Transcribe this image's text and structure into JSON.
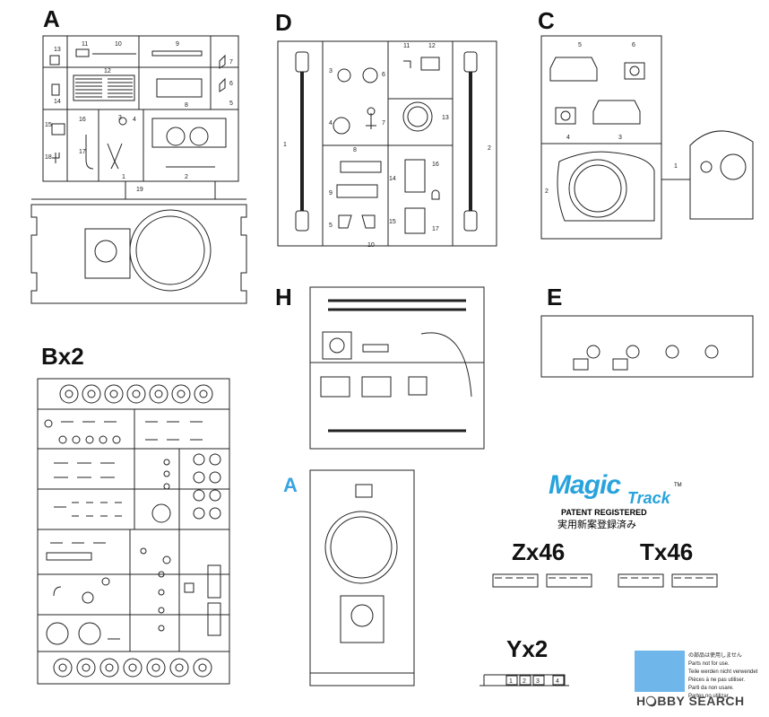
{
  "sprues": {
    "a": "A",
    "d": "D",
    "c": "C",
    "b": "Bx2",
    "h": "H",
    "e": "E",
    "a_bottom": "A"
  },
  "tracks": {
    "brand": "Magic",
    "brand2": "Track",
    "tm": "TM",
    "patent": "PATENT REGISTERED",
    "jp_patent": "実用新案登録済み",
    "zx": "Zx46",
    "tx": "Tx46",
    "yx": "Yx2"
  },
  "notes": [
    "の部品は使用しません",
    "Parts not for use.",
    "Teile werden nicht verwendet",
    "Pièces à ne pas utiliser.",
    "Parti da non usare.",
    "Partes no utilizar."
  ],
  "watermark": "H🔾BBY SEARCH",
  "colors": {
    "blue": "#3aa3e0",
    "swatch": "#6fb6ea",
    "line": "#222222"
  },
  "part_numbers": {
    "a": [
      "13",
      "11",
      "10",
      "9",
      "7",
      "14",
      "12",
      "6",
      "8",
      "5",
      "15",
      "16",
      "3",
      "4",
      "18",
      "17",
      "2",
      "1",
      "19"
    ],
    "d": [
      "1",
      "3",
      "6",
      "4",
      "7",
      "11",
      "12",
      "13",
      "8",
      "9",
      "5",
      "14",
      "15",
      "10",
      "16",
      "17",
      "2"
    ],
    "c": [
      "5",
      "6",
      "4",
      "3",
      "2",
      "1"
    ],
    "yx": [
      "1",
      "2",
      "3",
      "4"
    ]
  }
}
